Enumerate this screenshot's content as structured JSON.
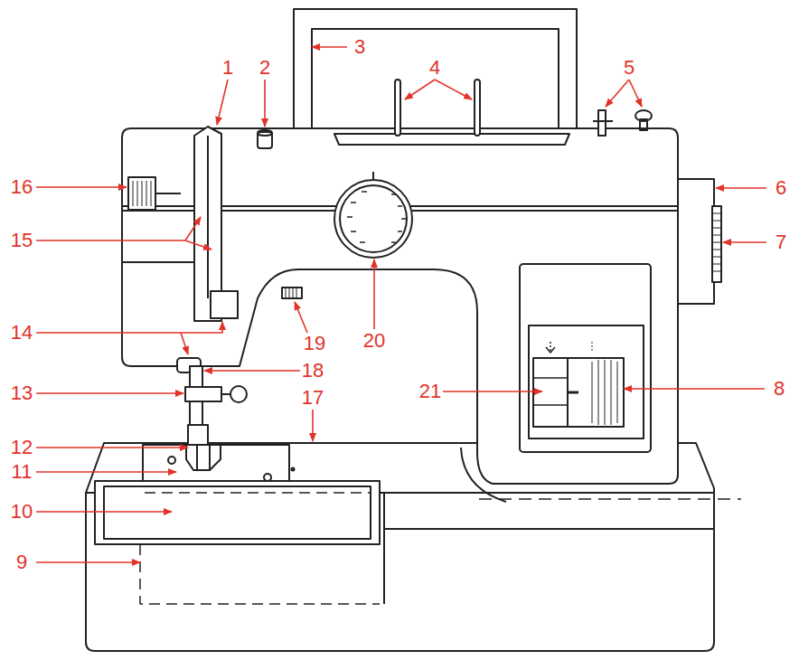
{
  "diagram": {
    "labels": [
      "1",
      "2",
      "3",
      "4",
      "5",
      "6",
      "7",
      "8",
      "9",
      "10",
      "11",
      "12",
      "13",
      "14",
      "15",
      "16",
      "17",
      "18",
      "19",
      "20",
      "21"
    ]
  }
}
